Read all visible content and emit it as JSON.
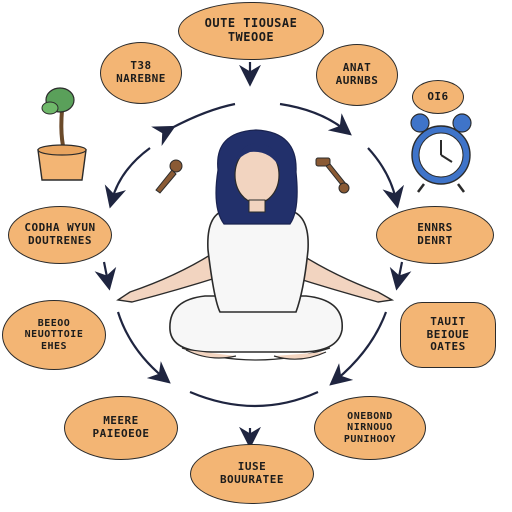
{
  "colors": {
    "bubble_fill": "#f3b574",
    "outline": "#2b2b2b",
    "arrow": "#1f2540",
    "hair": "#22306b",
    "clock_blue": "#3f74c9"
  },
  "icons": [
    "plant-pot-icon",
    "alarm-clock-icon",
    "key-icon",
    "meditating-person-icon"
  ],
  "bubbles": {
    "top": [
      "OUTE TIOUSAE",
      "TWEOOE"
    ],
    "upper_left": [
      "T38",
      "NAREBNE"
    ],
    "upper_right": [
      "ANAT",
      "AURNBS"
    ],
    "clock_label": [
      "OI6"
    ],
    "mid_left": [
      "CODHA WYUN",
      "DOUTRENES"
    ],
    "mid_right": [
      "ENNRS",
      "DENRT"
    ],
    "lower_left": [
      "BEEOO",
      "NEUOTTOIE",
      "EHES"
    ],
    "lower_right": [
      "TAUIT",
      "BEIOUE",
      "OATES"
    ],
    "bottom_left": [
      "MEERE",
      "PAIEOEOE"
    ],
    "bottom_right": [
      "ONEBOND",
      "NIRNOUO",
      "PUNIHOOY"
    ],
    "bottom": [
      "IUSE",
      "BOUURATEE"
    ]
  }
}
